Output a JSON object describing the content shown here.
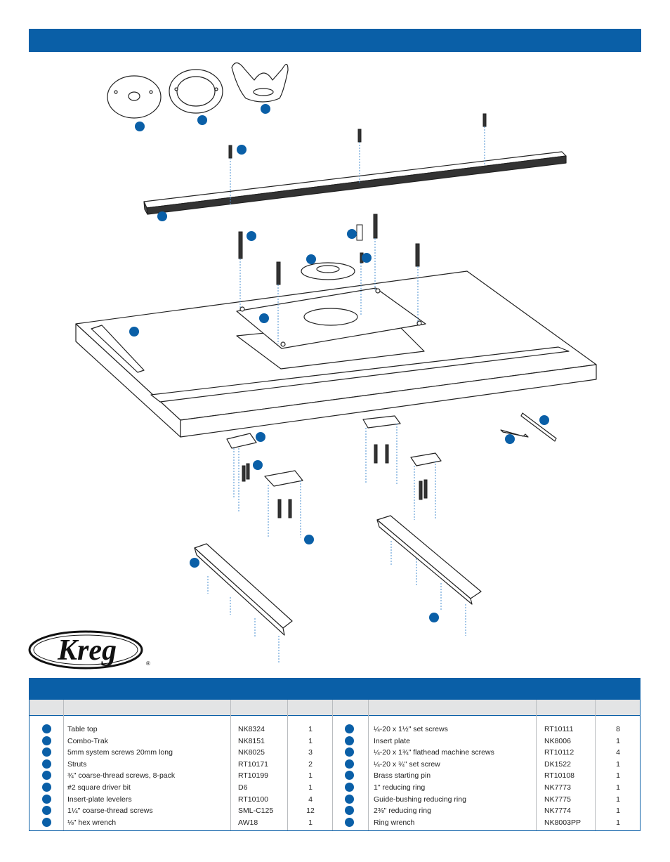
{
  "brand": {
    "logo_text": "Kreg"
  },
  "accent_color": "#0a5fa7",
  "parts_left": [
    {
      "description": "Table top",
      "part_no": "NK8324",
      "qty": "1"
    },
    {
      "description": "Combo-Trak",
      "part_no": "NK8151",
      "qty": "1"
    },
    {
      "description": "5mm system screws 20mm long",
      "part_no": "NK8025",
      "qty": "3"
    },
    {
      "description": "Struts",
      "part_no": "RT10171",
      "qty": "2"
    },
    {
      "description": "¾\" coarse-thread screws, 8-pack",
      "part_no": "RT10199",
      "qty": "1"
    },
    {
      "description": "#2 square driver bit",
      "part_no": "D6",
      "qty": "1"
    },
    {
      "description": " Insert-plate levelers",
      "part_no": "RT10100",
      "qty": "4"
    },
    {
      "description": "1¼\" coarse-thread screws",
      "part_no": "SML-C125",
      "qty": "12"
    },
    {
      "description": "⅛\" hex wrench",
      "part_no": "AW18",
      "qty": "1"
    }
  ],
  "parts_right": [
    {
      "description": "¼-20 x 1½\" set screws",
      "part_no": "RT10111",
      "qty": "8"
    },
    {
      "description": "Insert plate",
      "part_no": "NK8006",
      "qty": "1"
    },
    {
      "description": "¼-20 x 1¾\" flathead machine screws",
      "part_no": "RT10112",
      "qty": "4"
    },
    {
      "description": "¼-20 x ¾\" set screw",
      "part_no": "DK1522",
      "qty": "1"
    },
    {
      "description": " Brass starting pin",
      "part_no": "RT10108",
      "qty": "1"
    },
    {
      "description": "1\" reducing ring",
      "part_no": "NK7773",
      "qty": "1"
    },
    {
      "description": "Guide-bushing reducing ring",
      "part_no": "NK7775",
      "qty": "1"
    },
    {
      "description": " 2⅜\" reducing ring",
      "part_no": "NK7774",
      "qty": "1"
    },
    {
      "description": "Ring wrench",
      "part_no": "NK8003PP",
      "qty": "1"
    }
  ]
}
